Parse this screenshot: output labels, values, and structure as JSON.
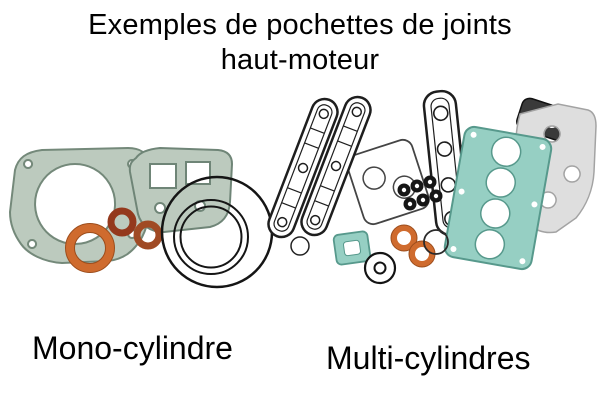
{
  "title": {
    "line1": "Exemples de pochettes de joints",
    "line2": "haut-moteur"
  },
  "captions": {
    "mono": "Mono-cylindre",
    "multi": "Multi-cylindres"
  },
  "colors": {
    "background": "#ffffff",
    "text": "#000000",
    "gasket_green": "#bccabe",
    "gasket_green_edge": "#74897a",
    "gasket_teal": "#96cfc3",
    "gasket_teal_edge": "#57998c",
    "copper_orange": "#cf6b2e",
    "washer_red": "#94391d",
    "rubber_black": "#161616",
    "gasket_gray": "#dedede",
    "outline_black": "#1e1e1e"
  }
}
